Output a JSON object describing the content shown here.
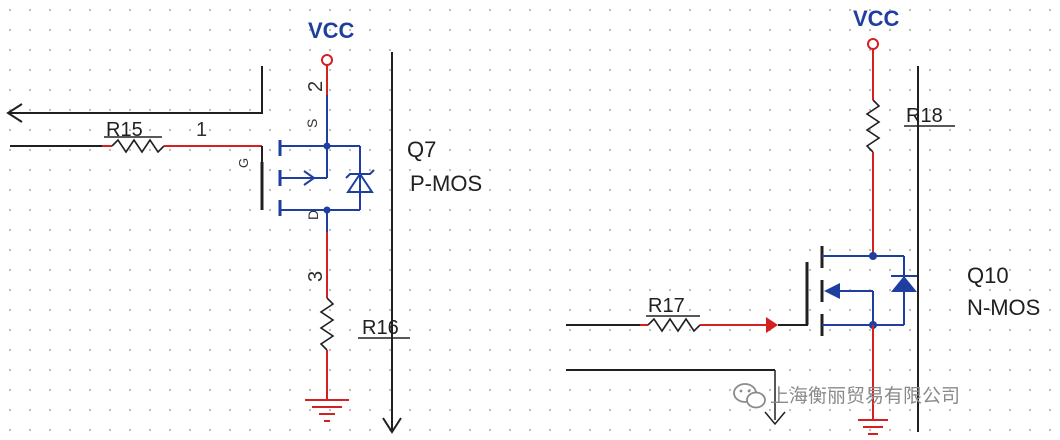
{
  "colors": {
    "wire_red": "#d42020",
    "wire_blue": "#1f3fa0",
    "wire_black": "#202020",
    "grid_dot": "#b8b8b8",
    "vcc_text": "#1f3f9f"
  },
  "left_circuit": {
    "vcc_label": "VCC",
    "resistor_in_label": "R15",
    "resistor_in_pin": "1",
    "mosfet_ref": "Q7",
    "mosfet_type": "P-MOS",
    "pin_source": "2",
    "pin_source_letter": "S",
    "pin_gate_letter": "G",
    "pin_drain_letter": "D",
    "pin_drain": "3",
    "load_resistor_label": "R16"
  },
  "right_circuit": {
    "vcc_label": "VCC",
    "pullup_label": "R18",
    "gate_resistor_label": "R17",
    "mosfet_ref": "Q10",
    "mosfet_type": "N-MOS"
  },
  "watermark": {
    "icon": "wechat-icon",
    "text": "上海衡丽贸易有限公司"
  }
}
